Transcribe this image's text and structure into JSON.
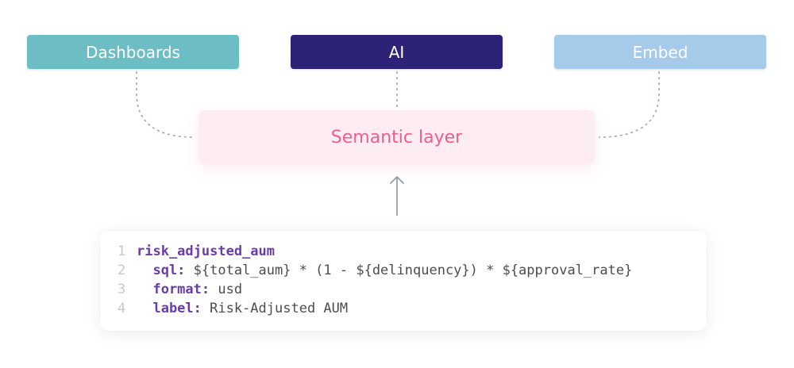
{
  "diagram": {
    "consumers": [
      {
        "id": "dashboards",
        "label": "Dashboards",
        "color": "#6dbdc5"
      },
      {
        "id": "ai",
        "label": "AI",
        "color": "#2c2278"
      },
      {
        "id": "embed",
        "label": "Embed",
        "color": "#a6cae9"
      }
    ],
    "semantic_layer": {
      "label": "Semantic layer",
      "text_color": "#ec5e8f",
      "background": "#fdedf2"
    },
    "connector_color": "#9aa6bc",
    "arrow_color": "#8c97ab"
  },
  "code": {
    "lines": [
      {
        "num": "1",
        "key": "risk_adjusted_aum",
        "value": ""
      },
      {
        "num": "2",
        "key": "  sql:",
        "value": " ${total_aum} * (1 - ${delinquency}) * ${approval_rate}"
      },
      {
        "num": "3",
        "key": "  format:",
        "value": " usd"
      },
      {
        "num": "4",
        "key": "  label:",
        "value": " Risk-Adjusted AUM"
      }
    ],
    "key_color": "#6a3cab",
    "value_color": "#4b4b52"
  }
}
